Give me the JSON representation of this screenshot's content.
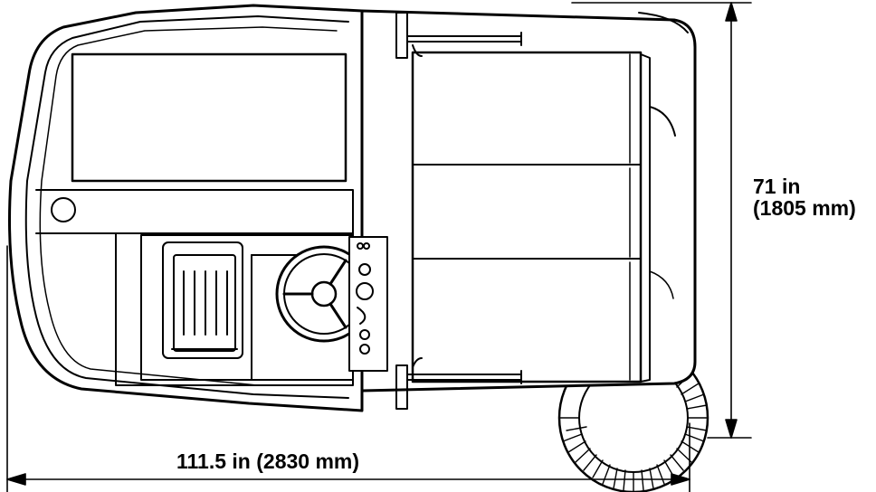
{
  "dimensions": {
    "width_label": "111.5 in (2830 mm)",
    "height_label_line1": "71 in",
    "height_label_line2": "(1805 mm)"
  },
  "colors": {
    "stroke": "#000000",
    "fill": "#ffffff"
  }
}
